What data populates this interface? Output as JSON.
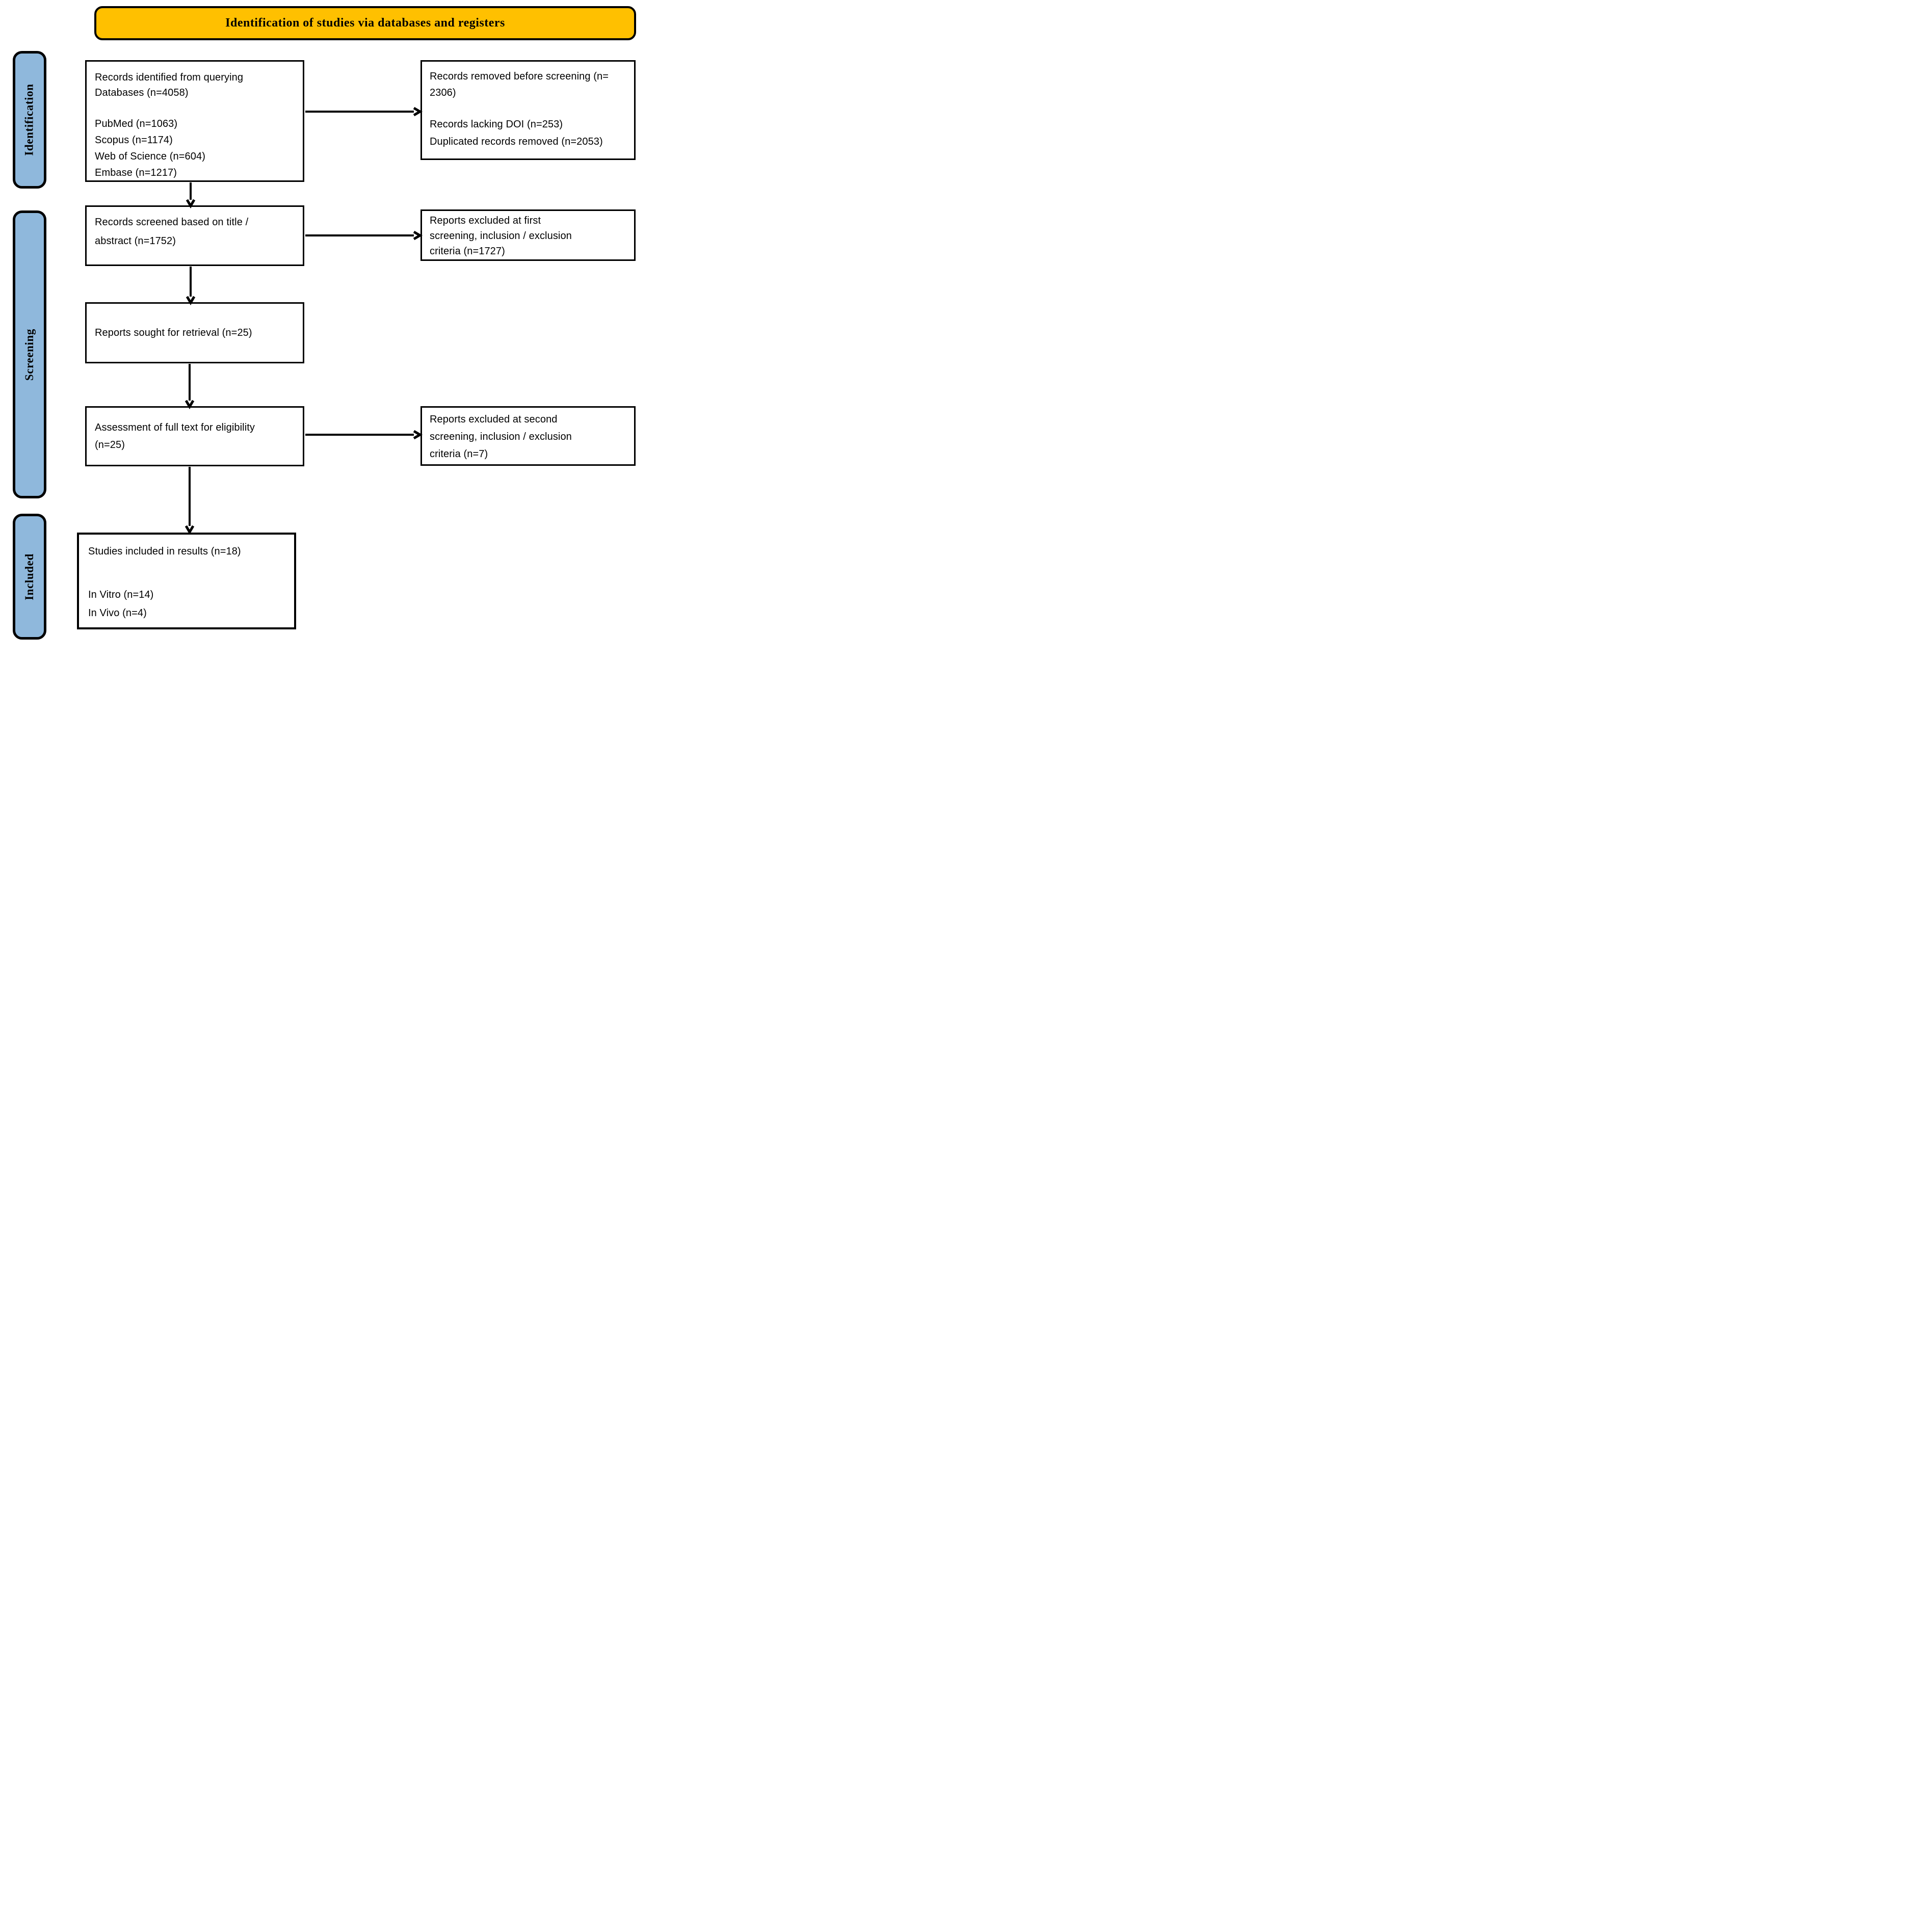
{
  "header": {
    "title": "Identification of studies via databases and registers"
  },
  "stages": {
    "identification": "Identification",
    "screening": "Screening",
    "included": "Included"
  },
  "boxes": {
    "identified": {
      "title_lines": [
        "Records identified from querying",
        "Databases (n=4058)"
      ],
      "sources": [
        "PubMed (n=1063)",
        "Scopus (n=1174)",
        "Web of Science (n=604)",
        "Embase (n=1217)"
      ]
    },
    "removed_before_screening": {
      "title_lines": [
        "Records removed before screening  (n=",
        "2306)"
      ],
      "reasons": [
        "Records lacking DOI (n=253)",
        "Duplicated records removed (n=2053)"
      ]
    },
    "screened": {
      "title_lines": [
        "Records screened based on title /",
        "abstract (n=1752)"
      ]
    },
    "excluded_first_screening": {
      "title_lines": [
        "Reports excluded at first",
        "screening, inclusion / exclusion",
        "criteria (n=1727)"
      ]
    },
    "sought_for_retrieval": {
      "title_lines": [
        "Reports sought for retrieval (n=25)"
      ]
    },
    "full_text_assessment": {
      "title_lines": [
        "Assessment of full text for eligibility",
        "(n=25)"
      ]
    },
    "excluded_second_screening": {
      "title_lines": [
        "Reports excluded at second",
        "screening, inclusion / exclusion",
        "criteria (n=7)"
      ]
    },
    "included_studies": {
      "title_lines": [
        "Studies included in results (n=18)"
      ],
      "breakdown": [
        "In Vitro (n=14)",
        "In Vivo (n=4)"
      ]
    }
  },
  "colors": {
    "header_bg": "#FFC000",
    "stage_bg": "#8FB8DC",
    "line_color": "#000000",
    "box_bg": "#FFFFFF"
  }
}
